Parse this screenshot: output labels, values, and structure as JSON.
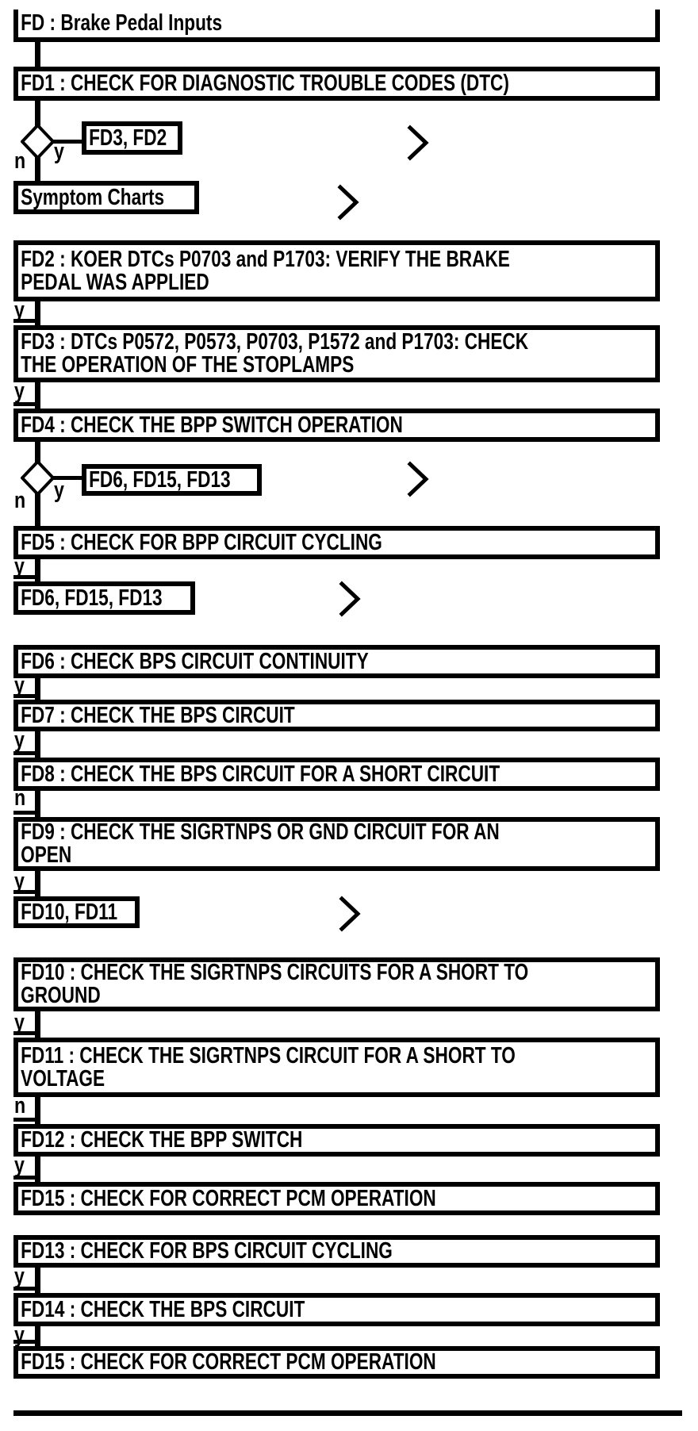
{
  "page": {
    "background": "#ffffff",
    "ink": "#000000"
  },
  "boxes": {
    "fd": {
      "line1": "FD : Brake Pedal Inputs"
    },
    "fd1": {
      "line1": "FD1 : CHECK FOR DIAGNOSTIC TROUBLE CODES (DTC)"
    },
    "fd2": {
      "line1": "FD2 : KOER DTCs P0703 and P1703: VERIFY THE BRAKE",
      "line2": "PEDAL WAS APPLIED"
    },
    "fd3": {
      "line1": "FD3 : DTCs P0572, P0573, P0703, P1572 and P1703: CHECK",
      "line2": "THE OPERATION OF THE STOPLAMPS"
    },
    "fd4": {
      "line1": "FD4 : CHECK THE BPP SWITCH OPERATION"
    },
    "fd5": {
      "line1": "FD5 : CHECK FOR BPP CIRCUIT CYCLING"
    },
    "fd6": {
      "line1": "FD6 : CHECK BPS CIRCUIT CONTINUITY"
    },
    "fd7": {
      "line1": "FD7 : CHECK THE BPS CIRCUIT"
    },
    "fd8": {
      "line1": "FD8 : CHECK THE BPS CIRCUIT FOR A SHORT CIRCUIT"
    },
    "fd9": {
      "line1": "FD9 : CHECK THE SIGRTNPS OR GND CIRCUIT FOR AN",
      "line2": "OPEN"
    },
    "fd10": {
      "line1": "FD10 : CHECK THE SIGRTNPS CIRCUITS FOR A SHORT TO",
      "line2": "GROUND"
    },
    "fd11": {
      "line1": "FD11 : CHECK THE SIGRTNPS CIRCUIT FOR A SHORT TO",
      "line2": "VOLTAGE"
    },
    "fd12": {
      "line1": "FD12 : CHECK THE BPP SWITCH"
    },
    "fd15a": {
      "line1": "FD15 : CHECK FOR CORRECT PCM OPERATION"
    },
    "fd13": {
      "line1": "FD13 : CHECK FOR BPS CIRCUIT CYCLING"
    },
    "fd14": {
      "line1": "FD14 : CHECK THE BPS CIRCUIT"
    },
    "fd15b": {
      "line1": "FD15 : CHECK FOR CORRECT PCM OPERATION"
    }
  },
  "referrals": {
    "fd3_fd2": "FD3, FD2",
    "symptom_charts": "Symptom Charts",
    "fd6_fd15_fd13_a": "FD6, FD15, FD13",
    "fd6_fd15_fd13_b": "FD6, FD15, FD13",
    "fd10_fd11": "FD10, FD11"
  },
  "connector_labels": {
    "yes": "y",
    "no": "n"
  }
}
